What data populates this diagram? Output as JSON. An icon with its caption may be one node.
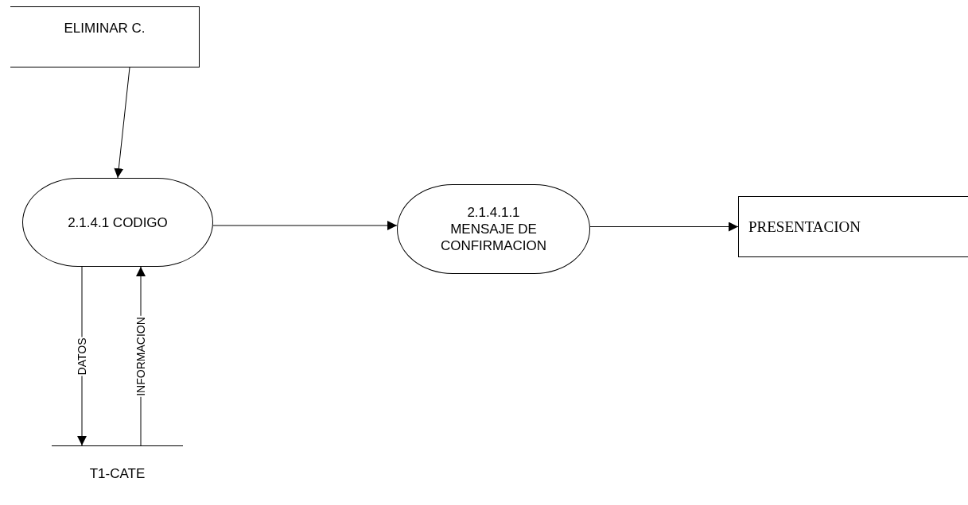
{
  "diagram": {
    "nodes": [
      {
        "text": [
          "ELIMINAR  C."
        ]
      },
      {
        "text": [
          "2.1.4.1 CODIGO"
        ]
      },
      {
        "text": [
          "2.1.4.1.1 MENSAJE DE CONFIRMACION"
        ]
      },
      {
        "text": [
          "PRESENTACION"
        ]
      },
      {
        "text": [
          "T1-CATE"
        ]
      }
    ],
    "edges": [
      {
        "from": 0,
        "to": 1,
        "arrow": "to"
      },
      {
        "from": 1,
        "to": 2,
        "arrow": "to"
      },
      {
        "from": 2,
        "to": 3,
        "arrow": "to"
      },
      {
        "from": 1,
        "to": 4,
        "arrow": "to",
        "label": "DATOS"
      },
      {
        "from": 4,
        "to": 1,
        "arrow": "to",
        "label": "INFORMACION"
      }
    ]
  }
}
